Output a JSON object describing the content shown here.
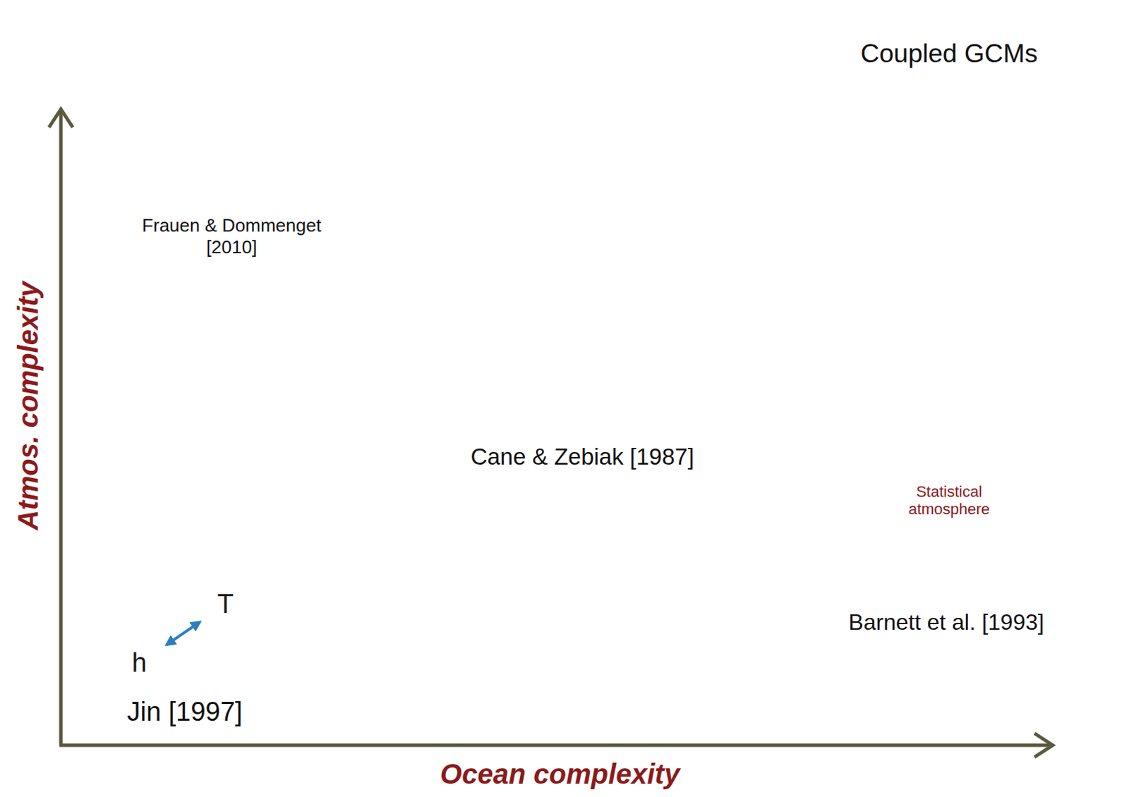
{
  "diagram": {
    "nodes": [
      {
        "text": [
          "Frauen & Dommenget [2010]"
        ]
      },
      {
        "text": [
          "Coupled GCMs"
        ]
      },
      {
        "text": [
          "Cane & Zebiak [1987]"
        ]
      },
      {
        "text": [
          "Barnett et al. [1993]"
        ]
      },
      {
        "text": [
          "Statistical atmosphere"
        ],
        "in": 3
      },
      {
        "text": [
          "Jin [1997]"
        ]
      },
      {
        "text": [
          "T"
        ],
        "in": 5
      },
      {
        "text": [
          "h"
        ],
        "in": 5
      }
    ],
    "edges": [
      {
        "from": 7,
        "to": 6,
        "arrow": "both"
      }
    ],
    "labels": [
      "Atmos. complexity",
      "Ocean complexity"
    ]
  }
}
